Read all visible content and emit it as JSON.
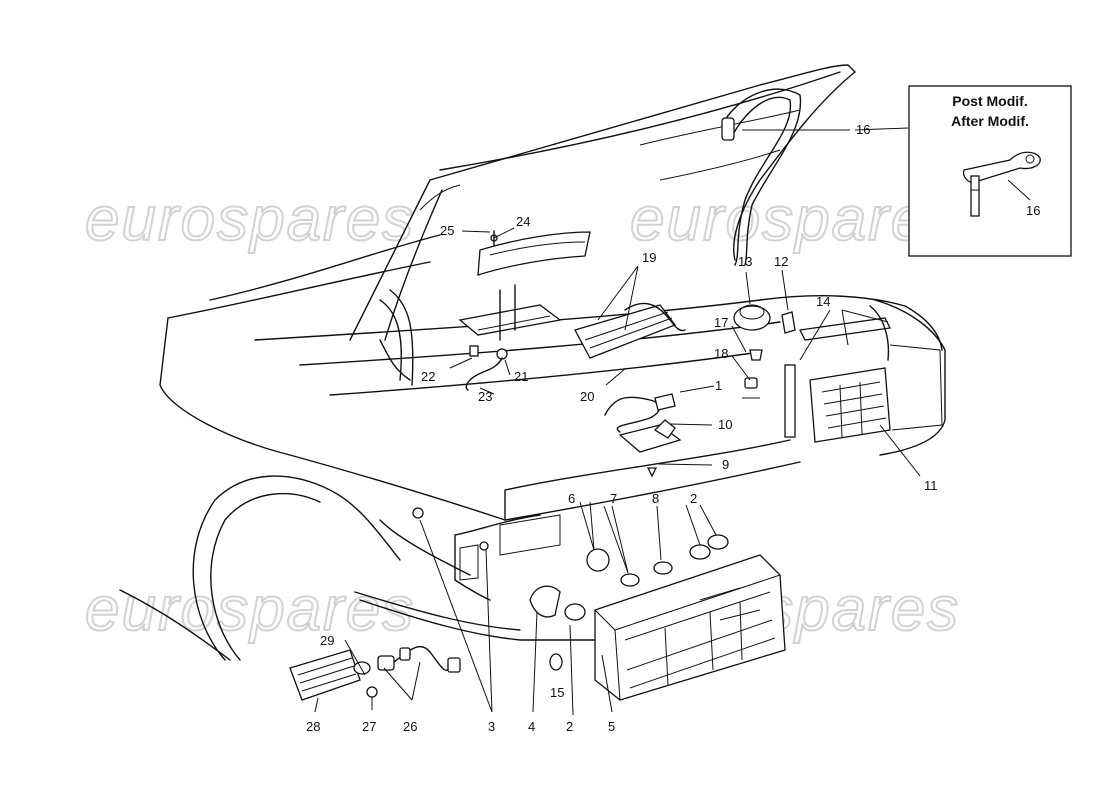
{
  "watermark": {
    "brand": "eurospares",
    "color": "#d2d2d2"
  },
  "inset": {
    "title_line1": "Post Modif.",
    "title_line2": "After Modif.",
    "part_label": "16"
  },
  "callouts": [
    {
      "id": "1",
      "label": "1"
    },
    {
      "id": "2a",
      "label": "2"
    },
    {
      "id": "2b",
      "label": "2"
    },
    {
      "id": "3",
      "label": "3"
    },
    {
      "id": "4",
      "label": "4"
    },
    {
      "id": "5",
      "label": "5"
    },
    {
      "id": "6",
      "label": "6"
    },
    {
      "id": "7",
      "label": "7"
    },
    {
      "id": "8",
      "label": "8"
    },
    {
      "id": "9",
      "label": "9"
    },
    {
      "id": "10",
      "label": "10"
    },
    {
      "id": "11",
      "label": "11"
    },
    {
      "id": "12",
      "label": "12"
    },
    {
      "id": "13",
      "label": "13"
    },
    {
      "id": "14",
      "label": "14"
    },
    {
      "id": "15",
      "label": "15"
    },
    {
      "id": "16",
      "label": "16"
    },
    {
      "id": "17",
      "label": "17"
    },
    {
      "id": "18",
      "label": "18"
    },
    {
      "id": "19",
      "label": "19"
    },
    {
      "id": "20",
      "label": "20"
    },
    {
      "id": "21",
      "label": "21"
    },
    {
      "id": "22",
      "label": "22"
    },
    {
      "id": "23",
      "label": "23"
    },
    {
      "id": "24",
      "label": "24"
    },
    {
      "id": "25",
      "label": "25"
    },
    {
      "id": "26",
      "label": "26"
    },
    {
      "id": "27",
      "label": "27"
    },
    {
      "id": "28",
      "label": "28"
    },
    {
      "id": "29",
      "label": "29"
    }
  ]
}
